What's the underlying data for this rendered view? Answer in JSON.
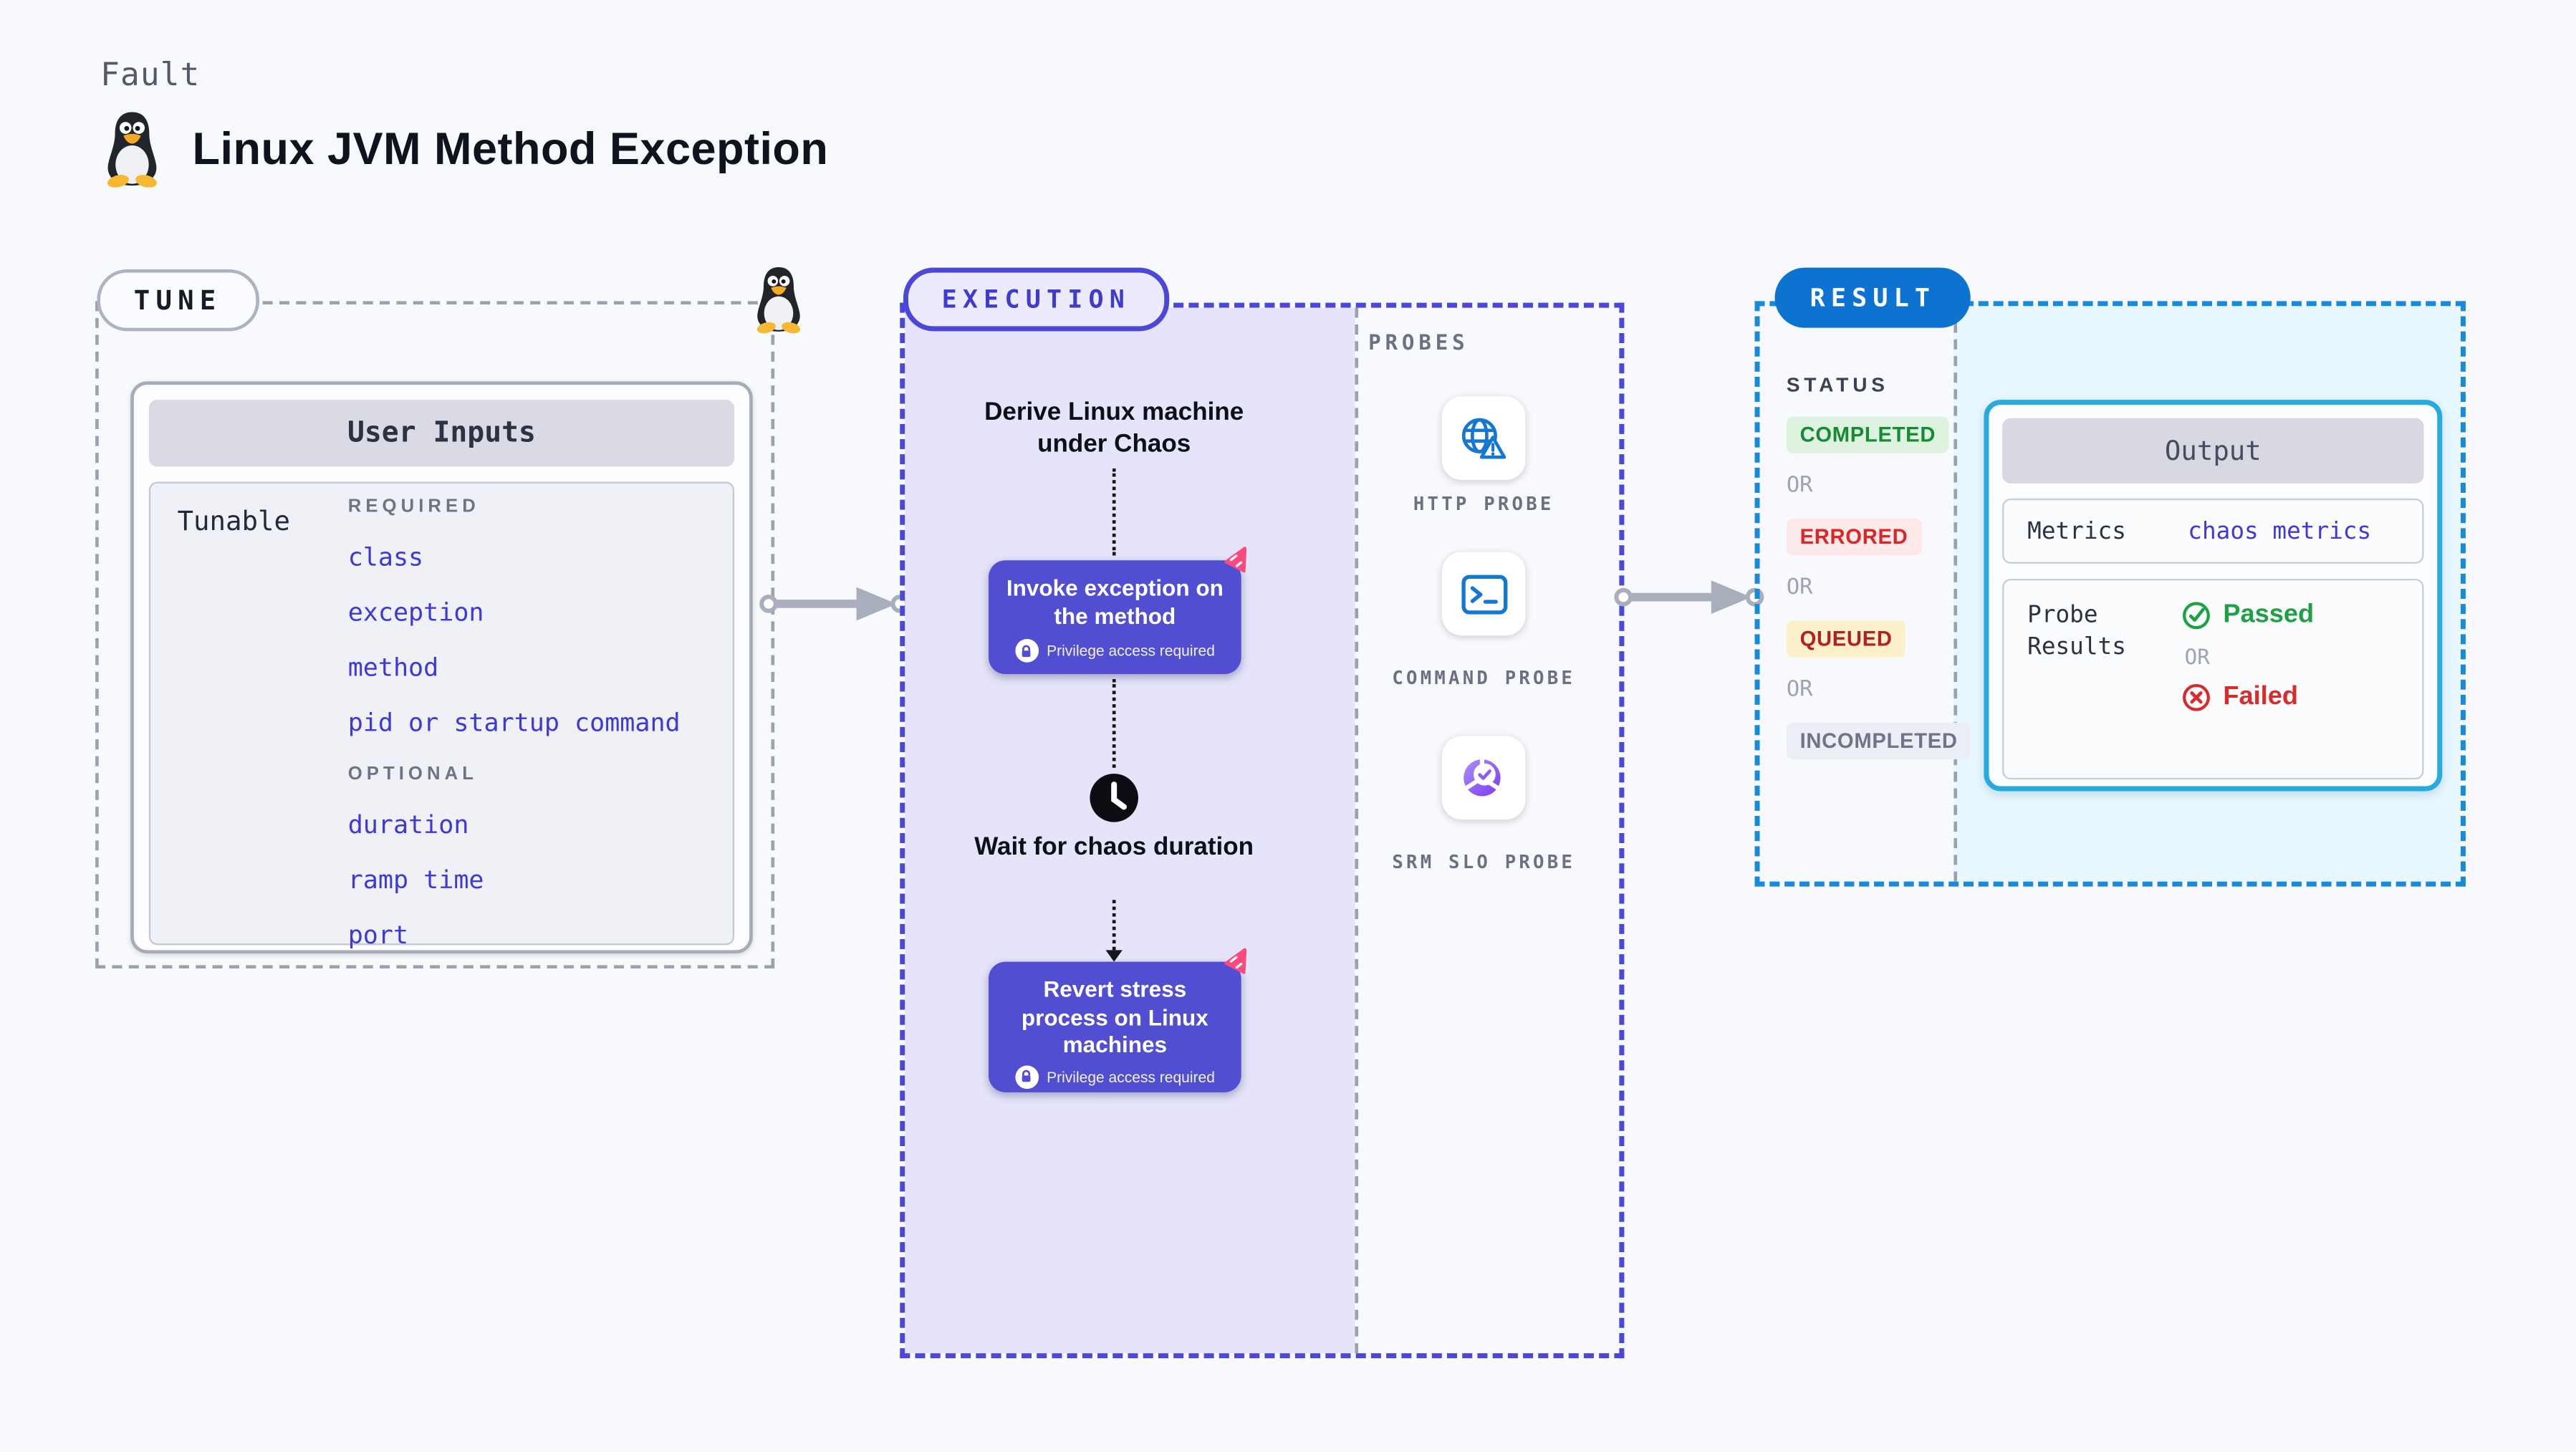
{
  "header": {
    "kicker": "Fault",
    "title": "Linux JVM Method Exception"
  },
  "icons": {
    "penguin": "linux-tux-icon",
    "lock": "lock-icon",
    "clock": "clock-icon",
    "chaos_spark": "chaos-spark-icon",
    "http": "globe-warning-icon",
    "command": "terminal-icon",
    "srm_slo": "slo-donut-check-icon",
    "passed": "check-circle-icon",
    "failed": "x-circle-icon"
  },
  "colors": {
    "background": "#f8f9fc",
    "tune_dash": "#9ba1ae",
    "execution_accent": "#4b48d8",
    "execution_fill": "#e5e4fa",
    "step_card": "#514ed2",
    "chaos_pink": "#fb4a7d",
    "probe_blue": "#1478d2",
    "slo_purple": "#7a3bee",
    "result_blue": "#0d73d0",
    "result_dash": "#168bdc",
    "result_fill": "#e8f6fd",
    "output_border": "#27abdf",
    "link_blue": "#3c38d9",
    "passed_green": "#1ea043",
    "failed_red": "#d92b2b"
  },
  "tune": {
    "badge": "TUNE",
    "card_title": "User Inputs",
    "row_label": "Tunable",
    "required_label": "REQUIRED",
    "required_items": [
      "class",
      "exception",
      "method",
      "pid or startup command"
    ],
    "optional_label": "OPTIONAL",
    "optional_items": [
      "duration",
      "ramp time",
      "port"
    ]
  },
  "execution": {
    "badge": "EXECUTION",
    "step_derive": "Derive Linux machine under Chaos",
    "invoke": {
      "title": "Invoke exception on the method",
      "note": "Privilege access required"
    },
    "step_wait": "Wait for chaos duration",
    "revert": {
      "title": "Revert stress process on Linux machines",
      "note": "Privilege access required"
    }
  },
  "probes": {
    "label": "PROBES",
    "items": [
      {
        "name": "HTTP PROBE"
      },
      {
        "name": "COMMAND PROBE"
      },
      {
        "name": "SRM SLO PROBE"
      }
    ]
  },
  "result": {
    "badge": "RESULT",
    "status_label": "STATUS",
    "or_label": "OR",
    "statuses": [
      {
        "label": "COMPLETED",
        "bg": "#def3df",
        "text_color": "#178a35"
      },
      {
        "label": "ERRORED",
        "bg": "#fbe9e9",
        "text_color": "#d92626"
      },
      {
        "label": "QUEUED",
        "bg": "#faf0c9",
        "text_color": "#b32020"
      },
      {
        "label": "INCOMPLETED",
        "bg": "#eceef6",
        "text_color": "#6f7489"
      }
    ],
    "output": {
      "title": "Output",
      "metrics_label": "Metrics",
      "metrics_value": "chaos metrics",
      "probe_results_label": "Probe Results",
      "passed": "Passed",
      "or": "OR",
      "failed": "Failed"
    }
  }
}
